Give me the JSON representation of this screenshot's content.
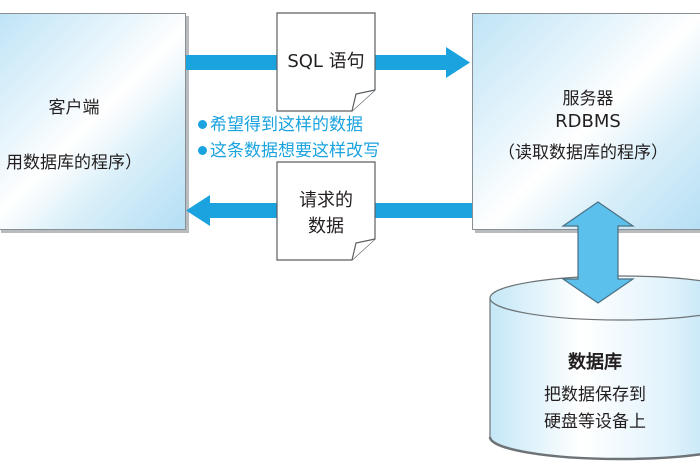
{
  "client": {
    "title": "客户端",
    "subtitle": "（使用数据库的程序）",
    "visible_subtitle": "用数据库的程序）"
  },
  "server": {
    "title": "服务器",
    "product": "RDBMS",
    "subtitle": "（读取数据库的程序）"
  },
  "request_doc": {
    "label": "SQL 语句"
  },
  "response_doc": {
    "line1": "请求的",
    "line2": "数据"
  },
  "request_notes": [
    "希望得到这样的数据",
    "这条数据想要这样改写"
  ],
  "database": {
    "title": "数据库",
    "desc_line1": "把数据保存到",
    "desc_line2": "硬盘等设备上"
  },
  "colors": {
    "arrow": "#1aa3df",
    "arrow_vertical": "#5bc0eb",
    "note_text": "#1aa3df",
    "box_border": "#8a8f93"
  }
}
